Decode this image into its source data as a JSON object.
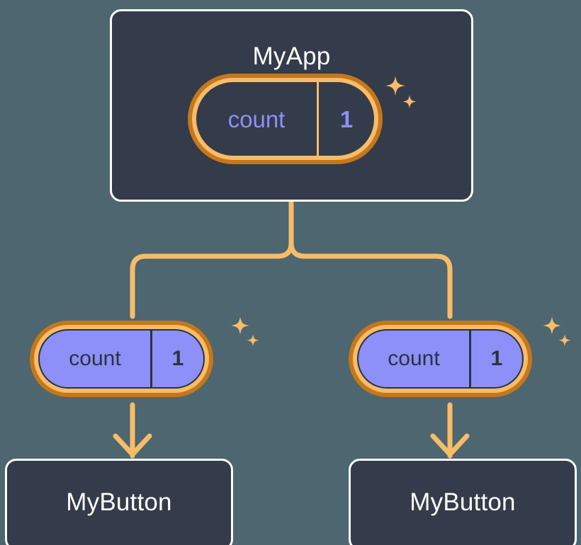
{
  "theme": {
    "background": "#4d6670",
    "card_bg": "#343b4a",
    "card_border": "#ffffff",
    "accent_orange": "#f7bc68",
    "accent_orange_dark": "#c5771b",
    "signal_purple": "#8c90f8",
    "text_dark": "#2b3240",
    "text_light": "#ffffff"
  },
  "diagram": {
    "type": "signal-propagation-tree",
    "root": {
      "title": "MyApp",
      "signal": {
        "name": "count",
        "value": "1",
        "style": "dark",
        "sparkle": true
      }
    },
    "children": [
      {
        "signal": {
          "name": "count",
          "value": "1",
          "style": "purple",
          "sparkle": true
        },
        "consumer": {
          "title": "MyButton"
        }
      },
      {
        "signal": {
          "name": "count",
          "value": "1",
          "style": "purple",
          "sparkle": true
        },
        "consumer": {
          "title": "MyButton"
        }
      }
    ],
    "icons": {
      "sparkle_large": "sparkle-icon",
      "sparkle_small": "sparkle-icon",
      "arrow": "arrow-down-icon",
      "branch": "branch-connector-icon"
    }
  }
}
